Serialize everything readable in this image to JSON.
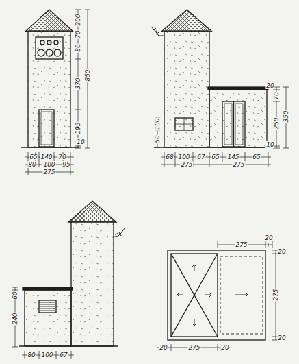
{
  "diagram": {
    "labels": [
      "200",
      "70",
      "80",
      "370",
      "850",
      "195",
      "10",
      "65",
      "140",
      "70",
      "80",
      "100",
      "95",
      "275",
      "20",
      "70",
      "250",
      "350",
      "10",
      "100",
      "50",
      "68",
      "100",
      "67",
      "65",
      "145",
      "65",
      "275",
      "275",
      "60",
      "240",
      "80",
      "100",
      "67",
      "275",
      "20",
      "20",
      "275",
      "20",
      "20",
      "275",
      "20"
    ]
  }
}
